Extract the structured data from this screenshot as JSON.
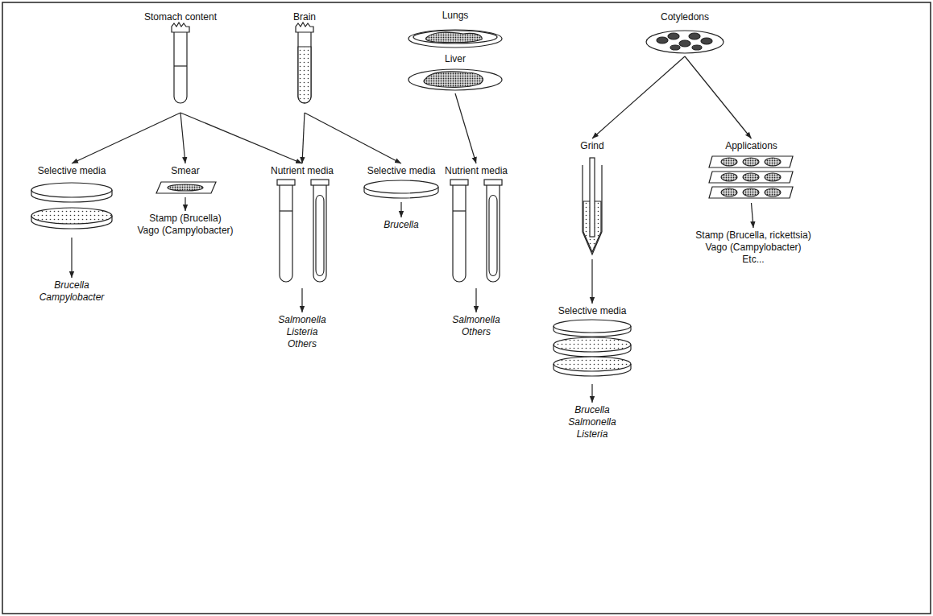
{
  "diagram": {
    "nodes": [
      {
        "text": [
          "Stomach content"
        ]
      },
      {
        "text": [
          "Brain"
        ]
      },
      {
        "text": [
          "Lungs"
        ]
      },
      {
        "text": [
          "Liver"
        ]
      },
      {
        "text": [
          "Cotyledons"
        ]
      },
      {
        "text": [
          "Selective media"
        ]
      },
      {
        "text": [
          "Smear"
        ]
      },
      {
        "text": [
          "Nutrient media"
        ]
      },
      {
        "text": [
          "Selective media"
        ]
      },
      {
        "text": [
          "Nutrient media"
        ]
      },
      {
        "text": [
          "Grind"
        ]
      },
      {
        "text": [
          "Applications"
        ]
      },
      {
        "text": [
          "Brucella",
          "Campylobacter"
        ]
      },
      {
        "text": [
          "Stamp (Brucella)",
          "Vago (Campylobacter)"
        ]
      },
      {
        "text": [
          "Salmonella",
          "Listeria",
          "Others"
        ]
      },
      {
        "text": [
          "Brucella"
        ]
      },
      {
        "text": [
          "Salmonella",
          "Others"
        ]
      },
      {
        "text": [
          "Selective media"
        ]
      },
      {
        "text": [
          "Stamp (Brucella, rickettsia)",
          "Vago (Campylobacter)",
          "Etc..."
        ]
      },
      {
        "text": [
          "Brucella",
          "Salmonella",
          "Listeria"
        ]
      }
    ],
    "edges": [
      {
        "from": 0,
        "to": 5,
        "arrow": "to"
      },
      {
        "from": 0,
        "to": 6,
        "arrow": "to"
      },
      {
        "from": 0,
        "to": 7,
        "arrow": "to"
      },
      {
        "from": 1,
        "to": 7,
        "arrow": "to"
      },
      {
        "from": 1,
        "to": 8,
        "arrow": "to"
      },
      {
        "from": 3,
        "to": 9,
        "arrow": "to"
      },
      {
        "from": 4,
        "to": 10,
        "arrow": "to"
      },
      {
        "from": 4,
        "to": 11,
        "arrow": "to"
      },
      {
        "from": 5,
        "to": 12,
        "arrow": "to"
      },
      {
        "from": 6,
        "to": 13,
        "arrow": "to"
      },
      {
        "from": 7,
        "to": 14,
        "arrow": "to"
      },
      {
        "from": 8,
        "to": 15,
        "arrow": "to"
      },
      {
        "from": 9,
        "to": 16,
        "arrow": "to"
      },
      {
        "from": 10,
        "to": 17,
        "arrow": "to"
      },
      {
        "from": 17,
        "to": 19,
        "arrow": "to"
      },
      {
        "from": 11,
        "to": 18,
        "arrow": "to"
      }
    ]
  }
}
